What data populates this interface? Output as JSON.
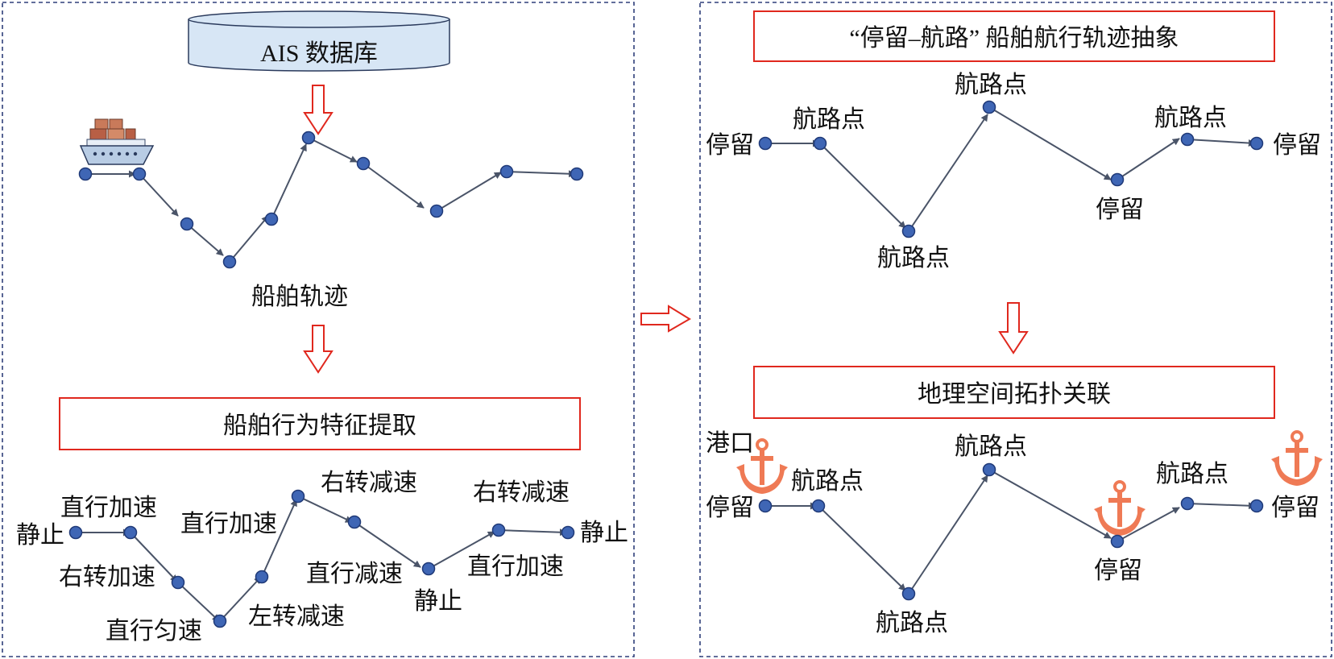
{
  "left_panel": {
    "database_label": "AIS 数据库",
    "trajectory_caption": "船舶轨迹",
    "feature_box_title": "船舶行为特征提取",
    "behavior_labels": [
      "静止",
      "直行加速",
      "右转加速",
      "直行匀速",
      "左转减速",
      "直行加速",
      "右转减速",
      "直行减速",
      "静止",
      "直行加速",
      "右转减速",
      "静止"
    ]
  },
  "right_panel": {
    "abstraction_box_title": "“停留–航路” 船舶航行轨迹抽象",
    "topology_box_title": "地理空间拓扑关联",
    "abstraction_labels": [
      "停留",
      "航路点",
      "航路点",
      "航路点",
      "停留",
      "航路点",
      "停留"
    ],
    "topology_labels": [
      "港口",
      "停留",
      "航路点",
      "航路点",
      "航路点",
      "停留",
      "航路点",
      "停留"
    ]
  },
  "colors": {
    "node_fill": "#3f66b5",
    "edge": "#4a5468",
    "box_border": "#e0281e",
    "panel_border": "#2f3f7a",
    "database_fill": "#d7e6f5",
    "anchor": "#ef7a55"
  },
  "icons": [
    "ship-icon",
    "database-icon",
    "anchor-icon"
  ]
}
